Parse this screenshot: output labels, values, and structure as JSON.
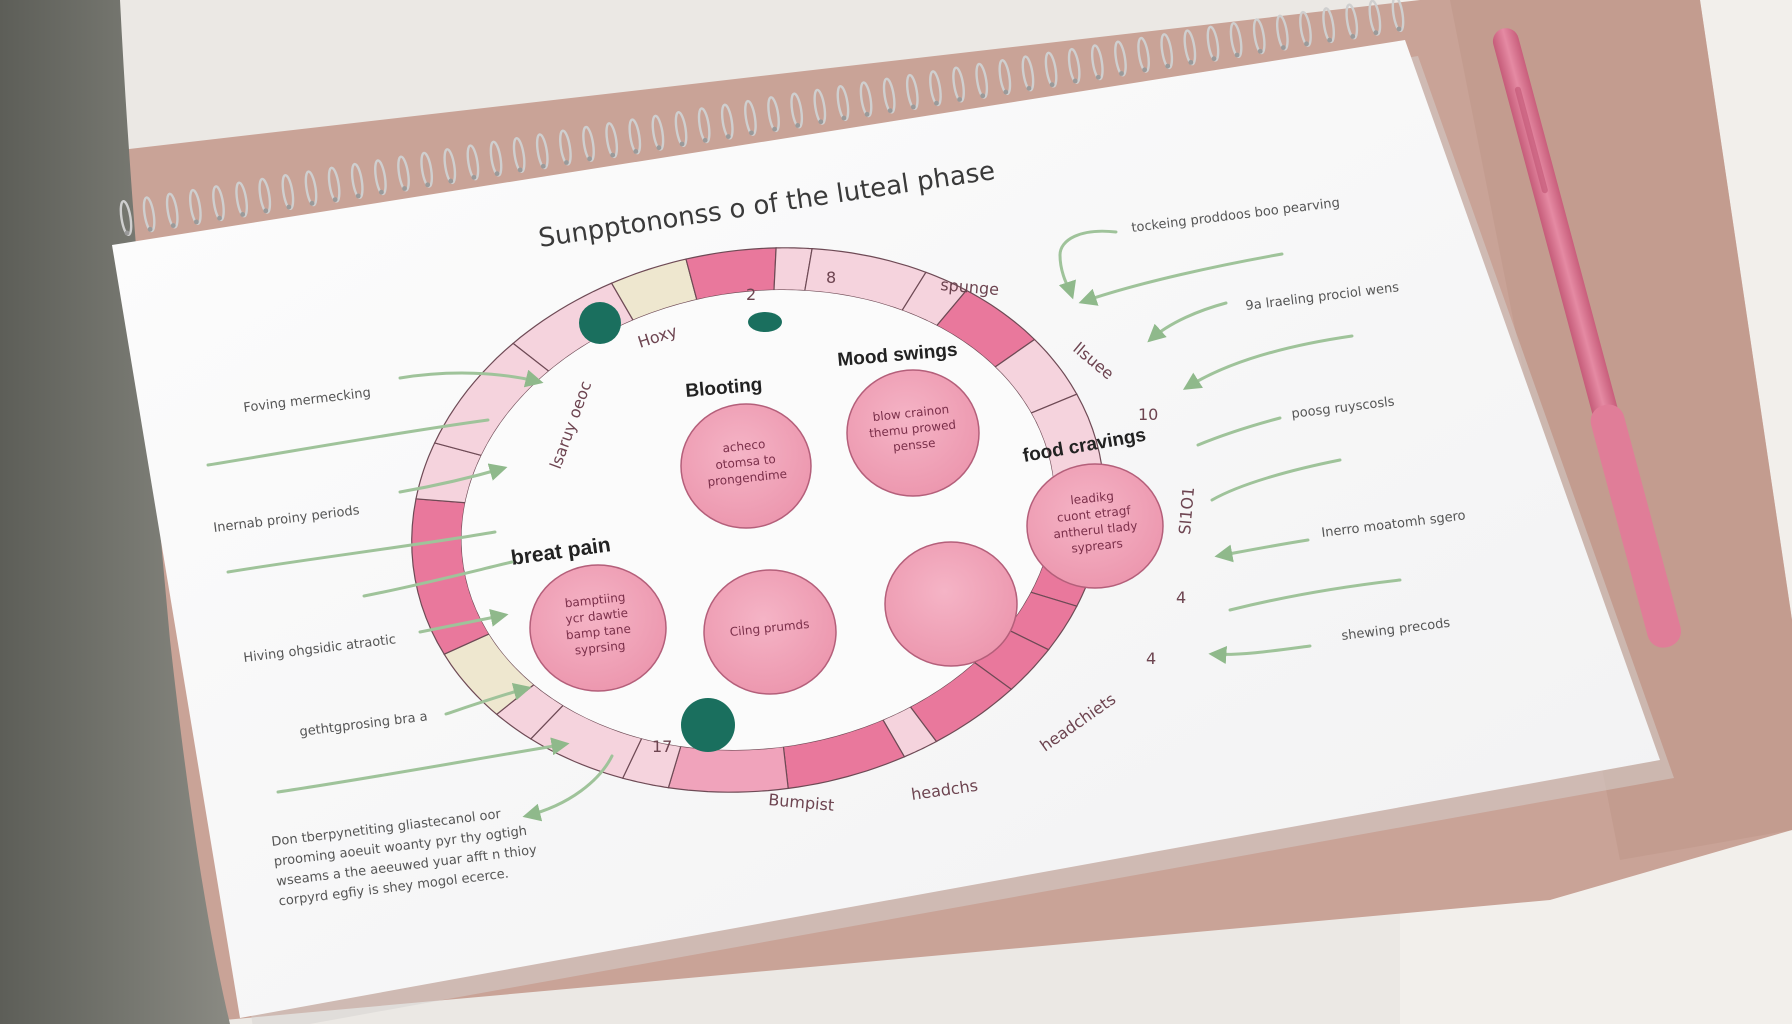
{
  "colors": {
    "pink_deep": "#e9789c",
    "pink_mid": "#f0a3bb",
    "pink_light": "#f5d3dd",
    "cream": "#eee7cf",
    "teal": "#1a6f5e",
    "leader_green": "#9fc39a",
    "fabric": "#c9a397",
    "pen": "#d9748f"
  },
  "sheet": {
    "title": "Sunpptononss o of the luteal phase"
  },
  "ring_labels": {
    "top_2": "2",
    "top_8": "8",
    "top_spunge": "spunge",
    "upper_left": "Hoxy",
    "left_upper": "lsaruy oeoc",
    "right_upper": "llsuee",
    "right_10": "10",
    "right_side": "SI1O1",
    "right_4a": "4",
    "right_4b": "4",
    "lower_right": "headchiets",
    "bottom_headchs": "headchs",
    "bottom_bumpist": "Bumpist",
    "bottom_17": "17"
  },
  "symptom_headings": {
    "bloating": "Blooting",
    "mood": "Mood swings",
    "food": "food cravings",
    "breast": "breat pain"
  },
  "circle_texts": {
    "bloating": [
      "acheco",
      "otomsa to",
      "prongendime"
    ],
    "mood": [
      "blow crainon",
      "themu prowed",
      "pensse"
    ],
    "food": [
      "leadikg",
      "cuont etragf",
      "antherul tlady",
      "syprears"
    ],
    "breast": [
      "bamptiing",
      "ycr dawtie",
      "bamp tane",
      "syprsing"
    ],
    "center_left": [
      "Cilng prumds"
    ]
  },
  "side_notes": {
    "left_1": "Foving mermecking",
    "left_2": "Inernab proiny periods",
    "left_3": "Hiving ohgsidic atraotic",
    "left_4": "gethtgprosing bra a",
    "left_paragraph": [
      "Don tberpynetiting gliastecanol oor",
      "prooming aoeuit woanty pyr thy ogtigh",
      "wseams a the aeeuwed yuar afft n thioy",
      "corpyrd egfiy is shey mogol ecerce."
    ],
    "right_1": "tockeing proddoos boo pearving",
    "right_2": "9a lraeling prociol wens",
    "right_3": "poosg ruyscosls",
    "right_4": "Inerro moatomh sgero",
    "right_5": "shewing precods"
  }
}
